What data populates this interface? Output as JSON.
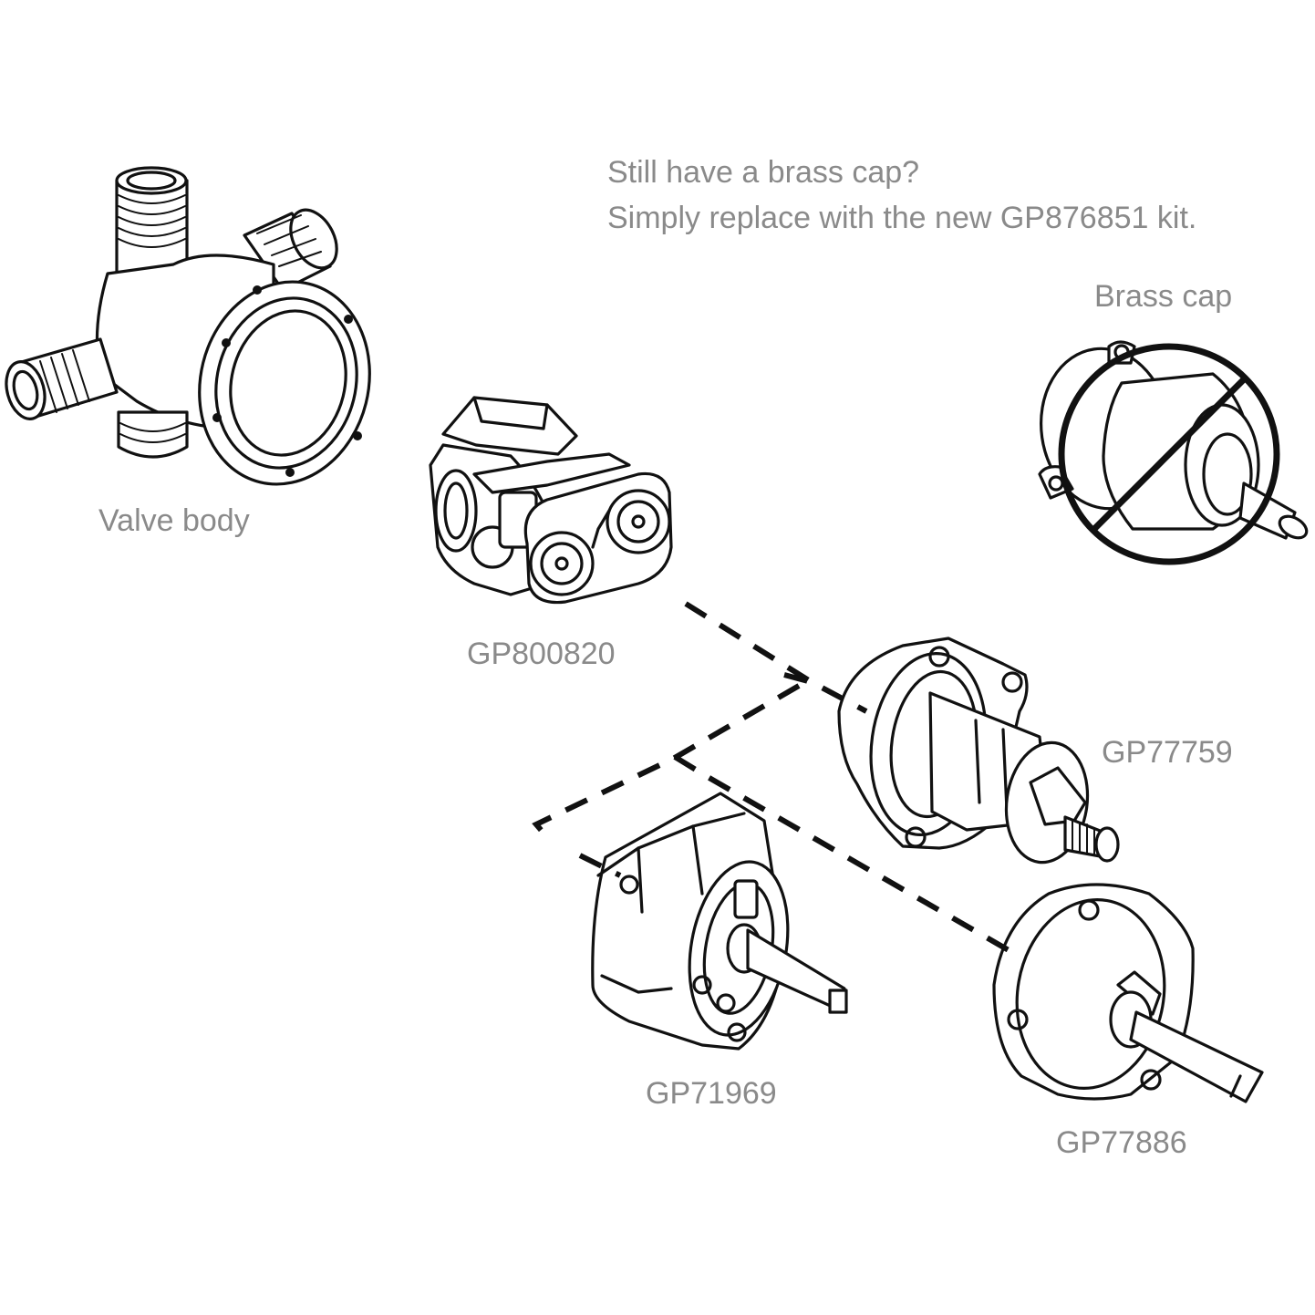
{
  "note": {
    "line1": "Still have a brass cap?",
    "line2": "Simply replace with the new GP876851 kit."
  },
  "labels": {
    "valve_body": "Valve body",
    "brass_cap": "Brass cap",
    "gp800820": "GP800820",
    "gp77759": "GP77759",
    "gp71969": "GP71969",
    "gp77886": "GP77886"
  },
  "colors": {
    "label_text": "#8a8a8a",
    "line_art": "#111111",
    "background": "#ffffff"
  }
}
